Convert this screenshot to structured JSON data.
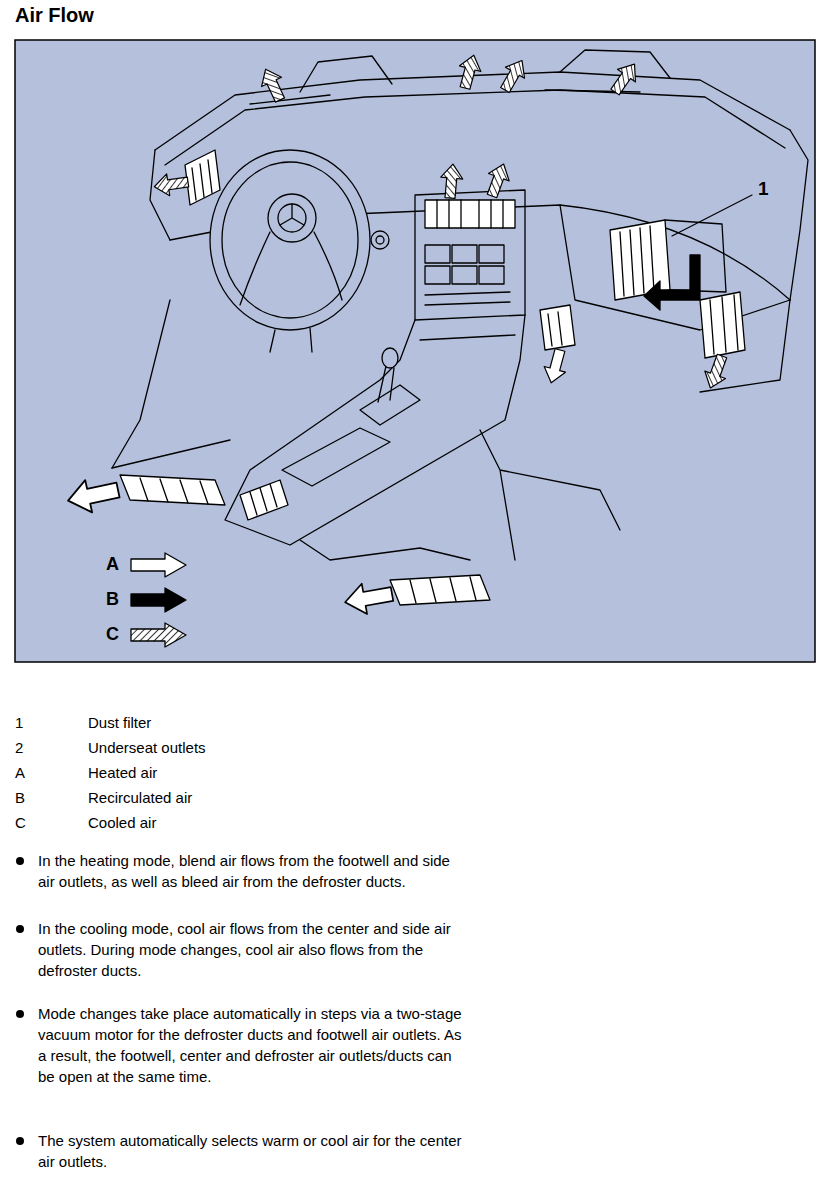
{
  "diagram": {
    "title": "Air Flow",
    "labels": [
      "1",
      "1",
      "Dust filter",
      "2",
      "Underseat outlets",
      "A",
      "Heated air",
      "B",
      "Recirculated air",
      "C",
      "Cooled air",
      "In the heating mode, blend air flows from the footwell and side air outlets, as well as bleed air from the defroster ducts.",
      "In the cooling mode, cool air flows from the center and side air outlets. During mode changes, cool air also flows from the defroster ducts.",
      "Mode changes take place automatically in steps via a two-stage vacuum motor for the defroster ducts and footwell air outlets. As a result, the footwell, center and defroster air outlets/ducts can be open at the same time.",
      "The system automatically selects warm or cool air for the center air outlets."
    ],
    "legend": [
      {
        "text": "A"
      },
      {
        "text": "B"
      },
      {
        "text": "C"
      }
    ]
  }
}
